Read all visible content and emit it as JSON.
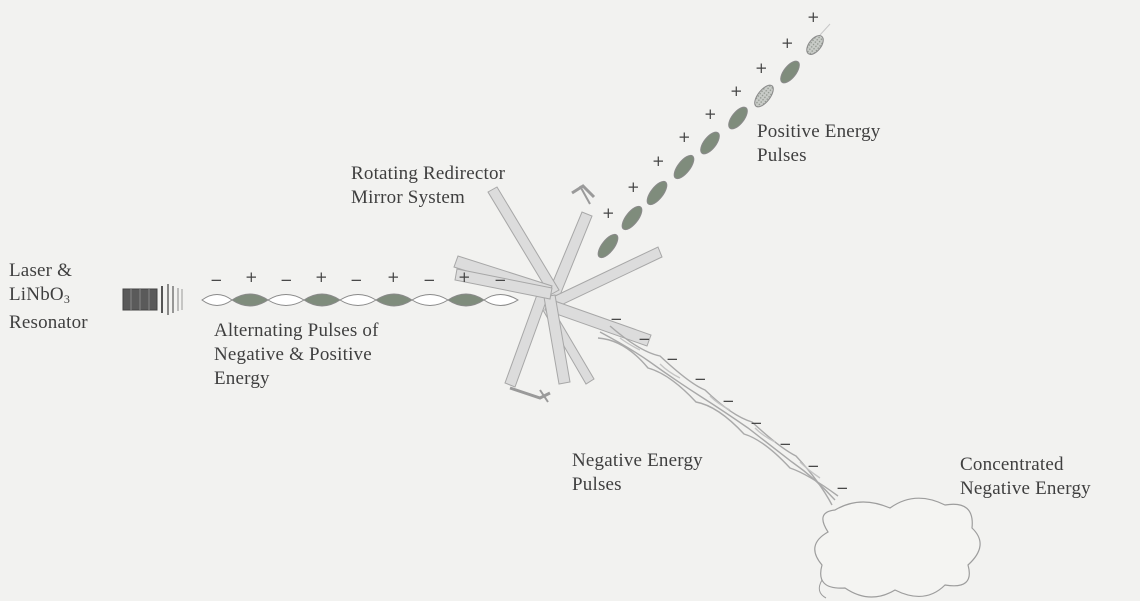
{
  "labels": {
    "laser": {
      "line1": "Laser &",
      "line2_prefix": "LiNbO",
      "line2_sub": "3",
      "line3": "Resonator"
    },
    "alternating": {
      "line1": "Alternating Pulses of",
      "line2": "Negative & Positive",
      "line3": "Energy"
    },
    "mirror": {
      "line1": "Rotating Redirector",
      "line2": "Mirror System"
    },
    "positive": {
      "line1": "Positive Energy",
      "line2": "Pulses"
    },
    "negative": {
      "line1": "Negative Energy",
      "line2": "Pulses"
    },
    "concentrated": {
      "line1": "Concentrated",
      "line2": "Negative Energy"
    }
  },
  "beam_signs": [
    "−",
    "+",
    "−",
    "+",
    "−",
    "+",
    "−",
    "+",
    "−"
  ],
  "positive_sign": "+",
  "negative_sign": "−",
  "colors": {
    "background": "#f2f2f0",
    "positive_pulse": "#7f8c7c",
    "negative_pulse": "#ffffff",
    "outline": "#8a8a8a",
    "mirror": "#d8d8d8"
  }
}
